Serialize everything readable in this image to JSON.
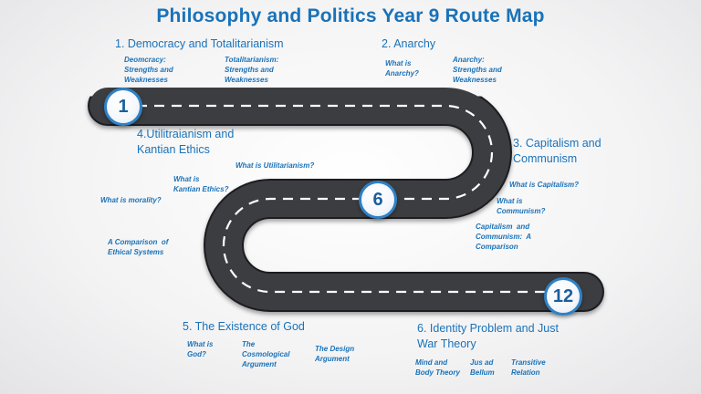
{
  "title": "Philosophy and Politics Year 9 Route Map",
  "sections": {
    "s1": "1. Democracy and Totalitarianism",
    "s2": "2. Anarchy",
    "s3_line1": "3. Capitalism and",
    "s3_line2": "Communism",
    "s4_line1": "4.Utilitraianism and",
    "s4_line2": "Kantian Ethics",
    "s5": "5. The Existence of God",
    "s6_line1": "6. Identity Problem and Just",
    "s6_line2": "War Theory"
  },
  "topics": {
    "democracy": "Deomcracy:\nStrengths and\nWeaknesses",
    "totalitarianism": "Totalitarianism:\nStrengths and\nWeaknesses",
    "what_is_anarchy": "What is\nAnarchy?",
    "anarchy_strengths": "Anarchy:\nStrengths and\nWeaknesses",
    "what_is_utilitarianism": "What is Utilitarianism?",
    "what_is_kantian": "What is\nKantian Ethics?",
    "what_is_morality": "What is morality?",
    "comparison_ethical": "A Comparison  of\nEthical Systems",
    "what_is_capitalism": "What is Capitalism?",
    "what_is_communism": "What is\nCommunism?",
    "cap_comm_comparison": "Capitalism  and\nCommunism:  A\nComparison",
    "what_is_god": "What is\nGod?",
    "cosmological": "The\nCosmological\nArgument",
    "design_argument": "The Design\nArgument",
    "mind_body": "Mind and\nBody Theory",
    "jus_ad_bellum": "Jus ad\nBellum",
    "transitive_relation": "Transitive\nRelation"
  },
  "markers": {
    "m1": "1",
    "m6": "6",
    "m12": "12"
  },
  "colors": {
    "accent": "#1a72b8",
    "road": "#3c3d40",
    "road_edge": "#1e1f21",
    "dash": "#ffffff",
    "marker_border": "#2f81c5"
  }
}
